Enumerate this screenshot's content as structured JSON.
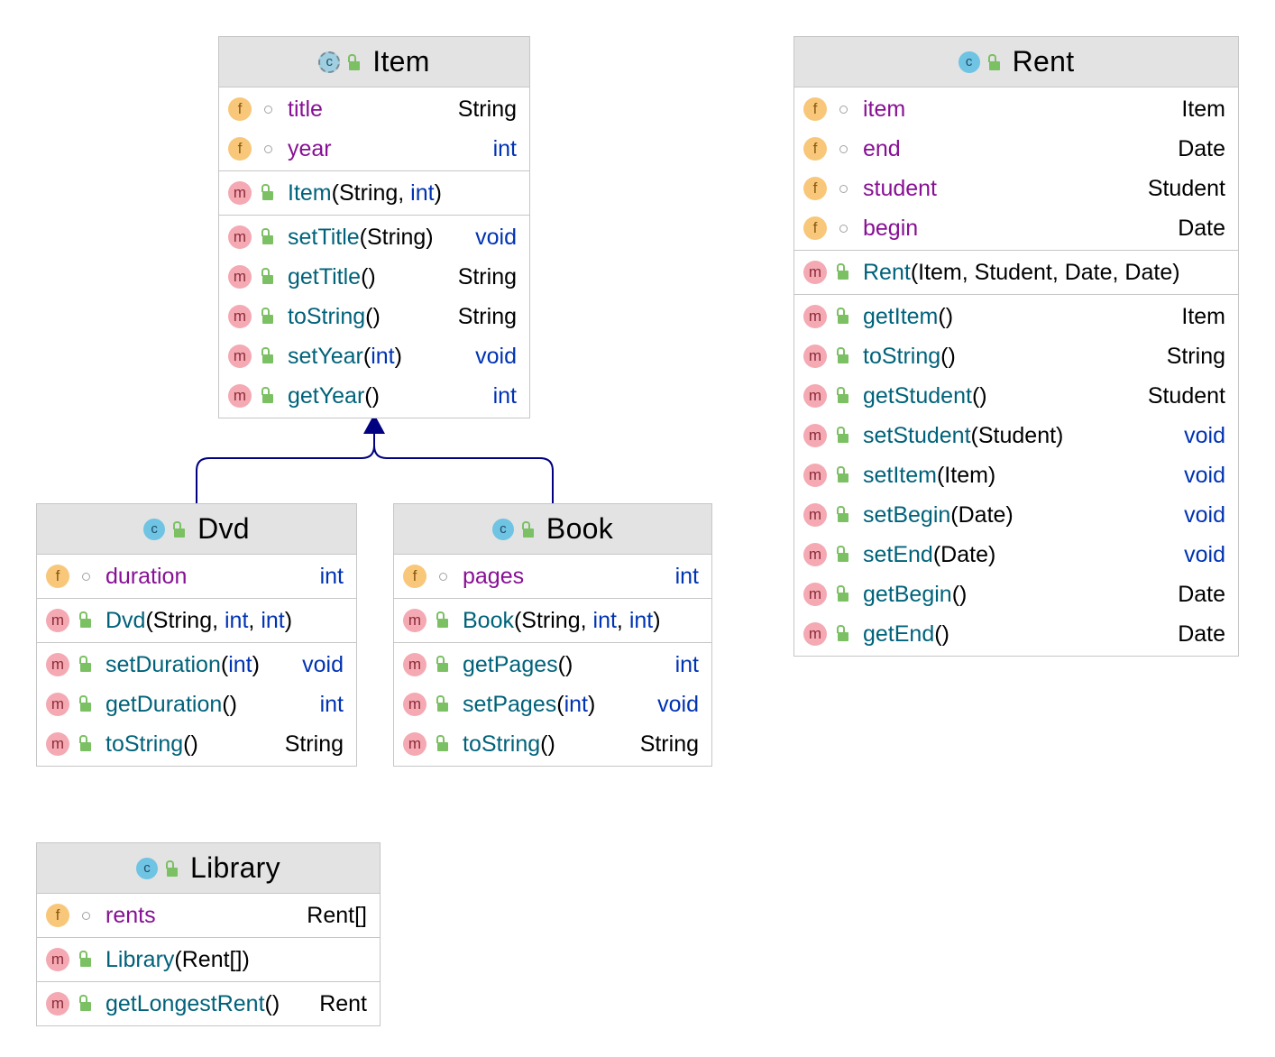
{
  "colors": {
    "header_bg": "#e3e3e3",
    "border": "#c6c6c6",
    "field_name": "#871094",
    "method_name": "#00627a",
    "keyword": "#0033b3",
    "inheritance_edge": "#000080",
    "field_badge": "#f8c77a",
    "method_badge": "#f4a9b3",
    "class_icon": "#6fc3e3",
    "public_lock": "#7cc064"
  },
  "icons": {
    "class": "c",
    "field": "f",
    "method": "m"
  },
  "classes": {
    "item": {
      "name": "Item",
      "abstract": true,
      "fields": [
        {
          "name": "title",
          "type": "String"
        },
        {
          "name": "year",
          "type": "int"
        }
      ],
      "constructors": [
        {
          "name": "Item",
          "params": "(String, int)"
        }
      ],
      "methods": [
        {
          "name": "setTitle",
          "params": "(String)",
          "type": "void"
        },
        {
          "name": "getTitle",
          "params": "()",
          "type": "String"
        },
        {
          "name": "toString",
          "params": "()",
          "type": "String"
        },
        {
          "name": "setYear",
          "params": "(int)",
          "type": "void"
        },
        {
          "name": "getYear",
          "params": "()",
          "type": "int"
        }
      ]
    },
    "rent": {
      "name": "Rent",
      "fields": [
        {
          "name": "item",
          "type": "Item"
        },
        {
          "name": "end",
          "type": "Date"
        },
        {
          "name": "student",
          "type": "Student"
        },
        {
          "name": "begin",
          "type": "Date"
        }
      ],
      "constructors": [
        {
          "name": "Rent",
          "params": "(Item, Student, Date, Date)"
        }
      ],
      "methods": [
        {
          "name": "getItem",
          "params": "()",
          "type": "Item"
        },
        {
          "name": "toString",
          "params": "()",
          "type": "String"
        },
        {
          "name": "getStudent",
          "params": "()",
          "type": "Student"
        },
        {
          "name": "setStudent",
          "params": "(Student)",
          "type": "void"
        },
        {
          "name": "setItem",
          "params": "(Item)",
          "type": "void"
        },
        {
          "name": "setBegin",
          "params": "(Date)",
          "type": "void"
        },
        {
          "name": "setEnd",
          "params": "(Date)",
          "type": "void"
        },
        {
          "name": "getBegin",
          "params": "()",
          "type": "Date"
        },
        {
          "name": "getEnd",
          "params": "()",
          "type": "Date"
        }
      ]
    },
    "dvd": {
      "name": "Dvd",
      "fields": [
        {
          "name": "duration",
          "type": "int"
        }
      ],
      "constructors": [
        {
          "name": "Dvd",
          "params": "(String, int, int)"
        }
      ],
      "methods": [
        {
          "name": "setDuration",
          "params": "(int)",
          "type": "void"
        },
        {
          "name": "getDuration",
          "params": "()",
          "type": "int"
        },
        {
          "name": "toString",
          "params": "()",
          "type": "String"
        }
      ]
    },
    "book": {
      "name": "Book",
      "fields": [
        {
          "name": "pages",
          "type": "int"
        }
      ],
      "constructors": [
        {
          "name": "Book",
          "params": "(String, int, int)"
        }
      ],
      "methods": [
        {
          "name": "getPages",
          "params": "()",
          "type": "int"
        },
        {
          "name": "setPages",
          "params": "(int)",
          "type": "void"
        },
        {
          "name": "toString",
          "params": "()",
          "type": "String"
        }
      ]
    },
    "library": {
      "name": "Library",
      "fields": [
        {
          "name": "rents",
          "type": "Rent[]"
        }
      ],
      "constructors": [
        {
          "name": "Library",
          "params": "(Rent[])"
        }
      ],
      "methods": [
        {
          "name": "getLongestRent",
          "params": "()",
          "type": "Rent"
        }
      ]
    }
  },
  "relations": [
    {
      "kind": "inheritance",
      "from": "Dvd",
      "to": "Item"
    },
    {
      "kind": "inheritance",
      "from": "Book",
      "to": "Item"
    }
  ]
}
